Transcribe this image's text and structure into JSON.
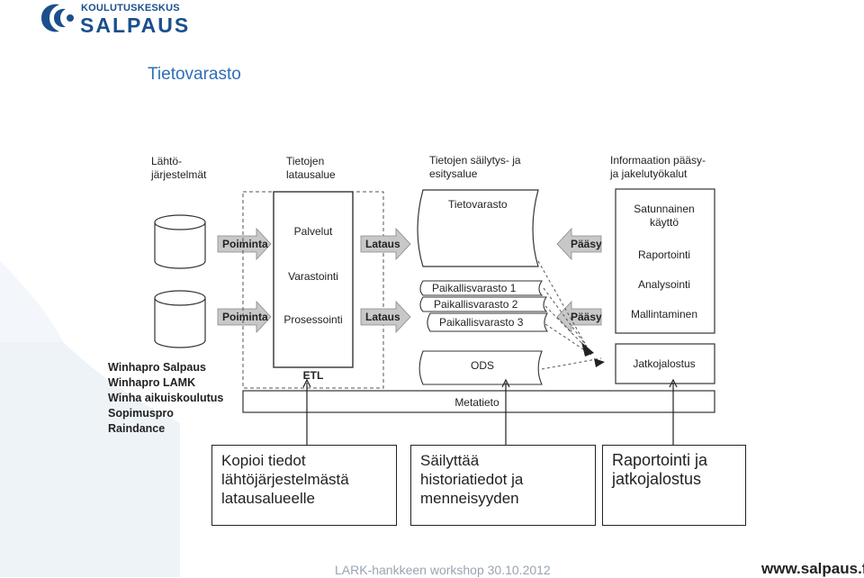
{
  "logo": {
    "line1": "KOULUTUSKESKUS",
    "line2": "SALPAUS"
  },
  "page_title": "Tietovarasto",
  "diagram": {
    "headers": {
      "sources": [
        "Lähtö-",
        "järjestelmät"
      ],
      "staging": [
        "Tietojen",
        "latausalue"
      ],
      "storage": [
        "Tietojen säilytys- ja",
        "esitysalue"
      ],
      "access": [
        "Informaation pääsy-",
        "ja jakelutyökalut"
      ]
    },
    "extract_label": "Poiminta",
    "load_label": "Lataus",
    "access_label": "Pääsy",
    "staging_items": [
      "Palvelut",
      "Varastointi",
      "Prosessointi"
    ],
    "etl_label": "ETL",
    "warehouse_label": "Tietovarasto",
    "local_stores": [
      "Paikallisvarasto 1",
      "Paikallisvarasto 2",
      "Paikallisvarasto 3"
    ],
    "ods_label": "ODS",
    "metadata_label": "Metatieto",
    "tools": [
      "Satunnainen",
      "käyttö",
      "Raportointi",
      "Analysointi",
      "Mallintaminen"
    ],
    "postprocessing_label": "Jatkojalostus"
  },
  "source_systems": [
    "Winhapro Salpaus",
    "Winhapro LAMK",
    "Winha aikuiskoulutus",
    "Sopimuspro",
    "Raindance"
  ],
  "callouts": [
    [
      "Kopioi tiedot",
      "lähtöjärjestelmästä",
      "latausalueelle"
    ],
    [
      "Säilyttää",
      "historiatiedot ja",
      "menneisyyden"
    ],
    [
      "Raportointi ja",
      "jatkojalostus"
    ]
  ],
  "footer": {
    "text": "LARK-hankkeen workshop 30.10.2012",
    "url": "www.salpaus.fi"
  },
  "colors": {
    "brand_blue": "#1a4f8c",
    "title_blue": "#2e6fb7",
    "arrow_grey": "#c8c8c8"
  }
}
